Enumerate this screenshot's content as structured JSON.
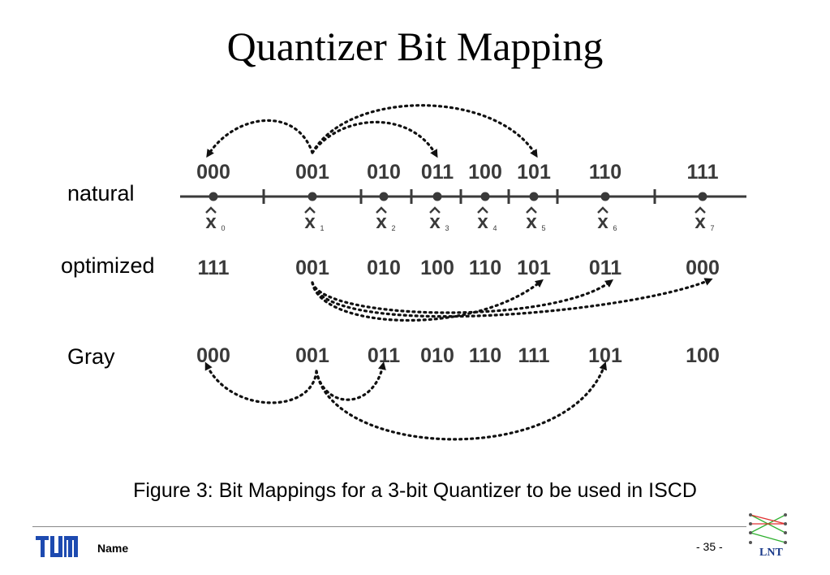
{
  "title": "Quantizer Bit Mapping",
  "labels": {
    "natural": "natural",
    "optimized": "optimized",
    "gray": "Gray"
  },
  "natural_codes": [
    "000",
    "001",
    "010",
    "011",
    "100",
    "101",
    "110",
    "111"
  ],
  "optimized_codes": [
    "111",
    "001",
    "010",
    "100",
    "110",
    "101",
    "011",
    "000"
  ],
  "gray_codes": [
    "000",
    "001",
    "011",
    "010",
    "110",
    "111",
    "101",
    "100"
  ],
  "reconstruction_points": [
    "x",
    "x",
    "x",
    "x",
    "x",
    "x",
    "x",
    "x"
  ],
  "reconstruction_subscripts": [
    "0",
    "1",
    "2",
    "3",
    "4",
    "5",
    "6",
    "7"
  ],
  "caption": "Figure 3: Bit Mappings for a 3-bit Quantizer to be used in ISCD",
  "footer": {
    "name": "Name",
    "page": "- 35 -",
    "logo_text": "TUM",
    "lnt_text": "LNT"
  },
  "colors": {
    "axis": "#3a3a3a",
    "text": "#3a3a3a",
    "logo": "#003aa0"
  }
}
